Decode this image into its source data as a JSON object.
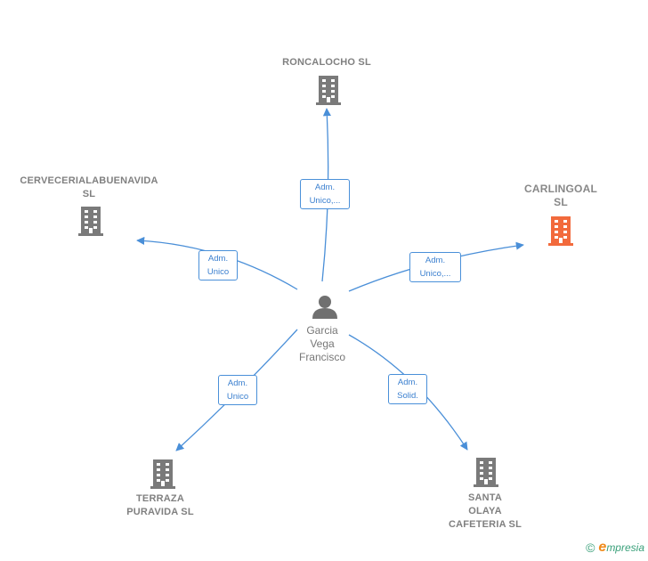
{
  "center": {
    "name_lines": [
      "Garcia",
      "Vega",
      "Francisco"
    ],
    "icon": "person-icon"
  },
  "companies": [
    {
      "id": "roncalocho",
      "name_lines": [
        "RONCALOCHO SL"
      ],
      "icon": "building-icon",
      "color": "#7a7a7a"
    },
    {
      "id": "cerveceria",
      "name_lines": [
        "CERVECERIALABUENAVIDA",
        "SL"
      ],
      "icon": "building-icon",
      "color": "#7a7a7a"
    },
    {
      "id": "carlingoal",
      "name_lines": [
        "CARLINGOAL",
        "SL"
      ],
      "icon": "building-icon",
      "color": "#f26a3c"
    },
    {
      "id": "terraza",
      "name_lines": [
        "TERRAZA",
        "PURAVIDA  SL"
      ],
      "icon": "building-icon",
      "color": "#7a7a7a"
    },
    {
      "id": "santa",
      "name_lines": [
        "SANTA",
        "OLAYA",
        "CAFETERIA  SL"
      ],
      "icon": "building-icon",
      "color": "#7a7a7a"
    }
  ],
  "edges": [
    {
      "to": "roncalocho",
      "label_lines": [
        "Adm.",
        "Unico,..."
      ]
    },
    {
      "to": "cerveceria",
      "label_lines": [
        "Adm.",
        "Unico"
      ]
    },
    {
      "to": "carlingoal",
      "label_lines": [
        "Adm.",
        "Unico,..."
      ]
    },
    {
      "to": "terraza",
      "label_lines": [
        "Adm.",
        "Unico"
      ]
    },
    {
      "to": "santa",
      "label_lines": [
        "Adm.",
        "Solid."
      ]
    }
  ],
  "colors": {
    "edge": "#4a8fd8",
    "building": "#7a7a7a",
    "focus_building": "#f26a3c",
    "person": "#707070"
  },
  "footer": {
    "copyright_symbol": "©",
    "brand_initial": "e",
    "brand_rest": "mpresia"
  }
}
